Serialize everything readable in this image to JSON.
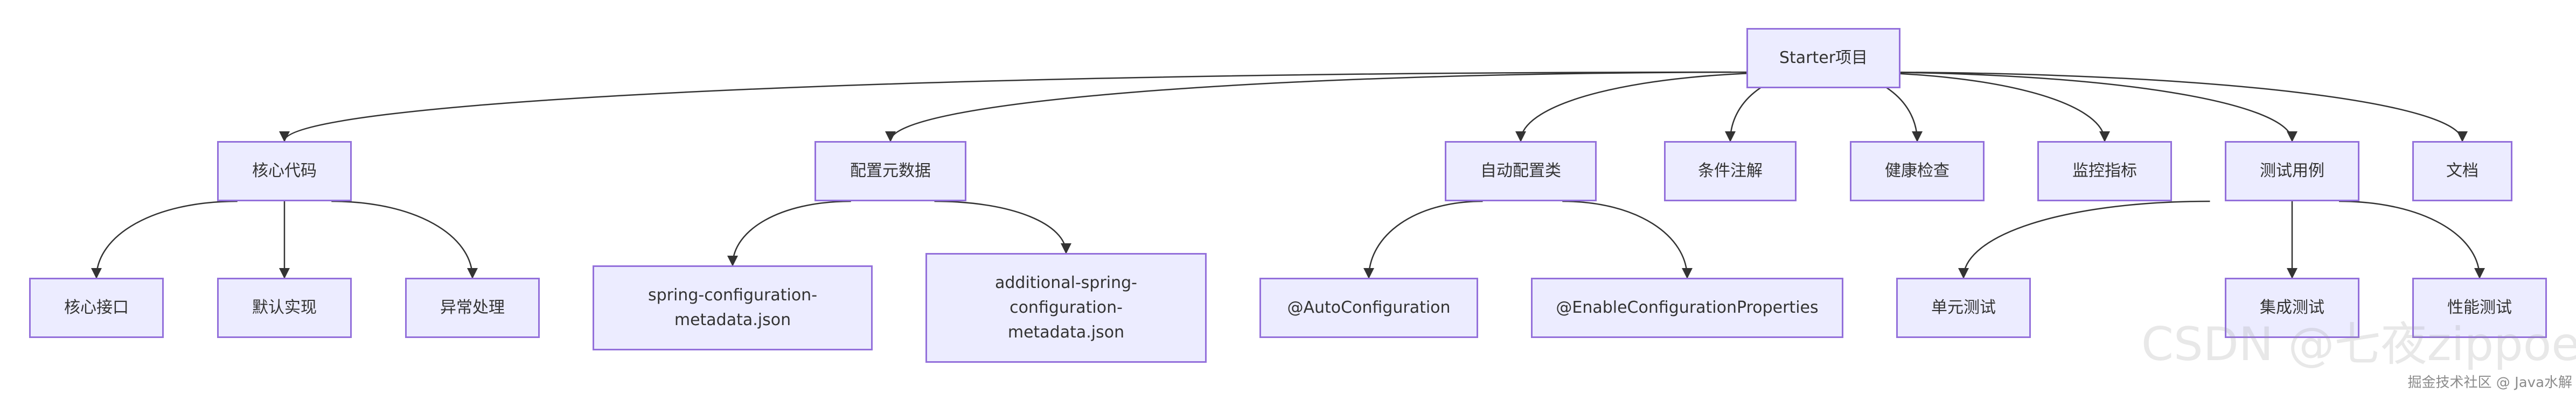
{
  "diagram": {
    "nodes": {
      "root": "Starter项目",
      "core_code": "核心代码",
      "config_metadata": "配置元数据",
      "auto_config": "自动配置类",
      "conditional_annotations": "条件注解",
      "health_check": "健康检查",
      "metrics": "监控指标",
      "test_cases": "测试用例",
      "docs": "文档",
      "core_interface": "核心接口",
      "default_impl": "默认实现",
      "exception_handling": "异常处理",
      "spring_config_metadata": [
        "spring-configuration-",
        "metadata.json"
      ],
      "additional_spring_config_metadata": [
        "additional-spring-",
        "configuration-",
        "metadata.json"
      ],
      "auto_configuration_annotation": "@AutoConfiguration",
      "enable_config_properties": "@EnableConfigurationProperties",
      "unit_test": "单元测试",
      "integration_test": "集成测试",
      "performance_test": "性能测试"
    },
    "edges": [
      [
        "root",
        "core_code"
      ],
      [
        "root",
        "config_metadata"
      ],
      [
        "root",
        "auto_config"
      ],
      [
        "root",
        "conditional_annotations"
      ],
      [
        "root",
        "health_check"
      ],
      [
        "root",
        "metrics"
      ],
      [
        "root",
        "test_cases"
      ],
      [
        "root",
        "docs"
      ],
      [
        "core_code",
        "core_interface"
      ],
      [
        "core_code",
        "default_impl"
      ],
      [
        "core_code",
        "exception_handling"
      ],
      [
        "config_metadata",
        "spring_config_metadata"
      ],
      [
        "config_metadata",
        "additional_spring_config_metadata"
      ],
      [
        "auto_config",
        "auto_configuration_annotation"
      ],
      [
        "auto_config",
        "enable_config_properties"
      ],
      [
        "test_cases",
        "unit_test"
      ],
      [
        "test_cases",
        "integration_test"
      ],
      [
        "test_cases",
        "performance_test"
      ]
    ],
    "colors": {
      "node_fill": "#ECECFF",
      "node_border": "#9370DB",
      "edge": "#333333",
      "text": "#333333"
    }
  },
  "watermark": {
    "main": "CSDN @七夜zippoe",
    "sub": "掘金技术社区 @ Java水解"
  }
}
